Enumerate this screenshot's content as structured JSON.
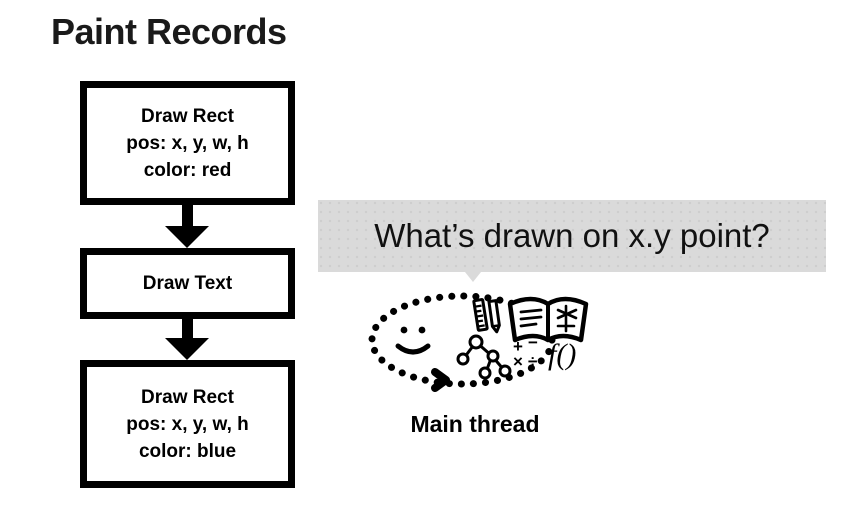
{
  "slide": {
    "title": "Paint Records",
    "background_color": "#ffffff",
    "text_color": "#000000"
  },
  "paint_records": {
    "boxes": [
      {
        "name": "draw-rect-red",
        "line1": "Draw Rect",
        "line2": "pos: x, y, w, h",
        "line3": "color: red"
      },
      {
        "name": "draw-text",
        "line1": "Draw Text",
        "line2": "",
        "line3": ""
      },
      {
        "name": "draw-rect-blue",
        "line1": "Draw Rect",
        "line2": "pos: x, y, w, h",
        "line3": "color: blue"
      }
    ],
    "border_color": "#000000",
    "arrow_color": "#000000"
  },
  "question_bubble": {
    "text": "What’s drawn on x.y point?",
    "background_color": "#dadada"
  },
  "illustration": {
    "icons": [
      "dotted-oval-icon",
      "smiley-face-icon",
      "chevron-arrow-icon",
      "ruler-icon",
      "pencil-icon",
      "open-book-icon",
      "tree-graph-icon",
      "math-symbols-icon",
      "function-notation-icon"
    ],
    "math_symbols": "+ − × ÷",
    "function_label": "f()",
    "caption": "Main thread"
  }
}
